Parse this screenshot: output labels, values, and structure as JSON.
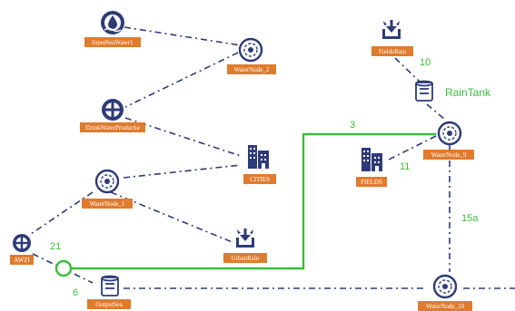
{
  "colors": {
    "node_icon": "#2e3b78",
    "label_bg": "#e07b2e",
    "label_text": "#ffffff",
    "edge_default": "#2e3b78",
    "edge_highlight": "#3dbb3d",
    "edge_label": "#3dbb3d"
  },
  "nodes": [
    {
      "id": "InputSeaWater1",
      "label": "InputSeaWater1",
      "icon": "water-source-icon"
    },
    {
      "id": "WaterNode_2",
      "label": "WaterNode_2",
      "icon": "water-node-icon"
    },
    {
      "id": "DrinkWaterProductie",
      "label": "DrinkWaterProductie",
      "icon": "production-plant-icon"
    },
    {
      "id": "CITIES",
      "label": "CITIES",
      "icon": "city-buildings-icon"
    },
    {
      "id": "WaterNode_1",
      "label": "WaterNode_1",
      "icon": "water-node-icon"
    },
    {
      "id": "UrbanRain",
      "label": "UrbanRain",
      "icon": "rain-inflow-icon"
    },
    {
      "id": "AWZI",
      "label": "AWZI",
      "icon": "treatment-plant-icon"
    },
    {
      "id": "OutputSea",
      "label": "OutputSea",
      "icon": "storage-tank-icon"
    },
    {
      "id": "FieldsRain",
      "label": "FieldsRain",
      "icon": "rain-inflow-icon"
    },
    {
      "id": "RainTank",
      "label": "RainTank",
      "icon": "storage-tank-icon"
    },
    {
      "id": "WaterNode_9",
      "label": "WaterNode_9",
      "icon": "water-node-icon"
    },
    {
      "id": "FIELDS",
      "label": "FIELDS",
      "icon": "city-buildings-icon"
    },
    {
      "id": "WaterNode_10",
      "label": "WaterNode_10",
      "icon": "water-node-icon"
    }
  ],
  "edges": [
    {
      "from": "InputSeaWater1",
      "to": "WaterNode_2",
      "style": "dashdot"
    },
    {
      "from": "WaterNode_2",
      "to": "DrinkWaterProductie",
      "style": "dashdot"
    },
    {
      "from": "DrinkWaterProductie",
      "to": "CITIES",
      "style": "dashdot"
    },
    {
      "from": "WaterNode_1",
      "to": "CITIES",
      "style": "dashdot"
    },
    {
      "from": "WaterNode_1",
      "to": "UrbanRain",
      "style": "dashdot"
    },
    {
      "from": "WaterNode_1",
      "to": "AWZI",
      "style": "dashdot"
    },
    {
      "from": "AWZI",
      "to": "OutputSea",
      "style": "dashdot"
    },
    {
      "from": "OutputSea",
      "to": "WaterNode_10",
      "style": "dashdot"
    },
    {
      "from": "FieldsRain",
      "to": "RainTank",
      "style": "dashdot",
      "label": "10"
    },
    {
      "from": "RainTank",
      "to": "WaterNode_9",
      "style": "dashdot"
    },
    {
      "from": "WaterNode_9",
      "to": "FIELDS",
      "style": "dashdot",
      "label": "11"
    },
    {
      "from": "WaterNode_9",
      "to": "WaterNode_10",
      "style": "dashdot",
      "label": "15a"
    },
    {
      "from": "AWZI",
      "to": "WaterNode_9",
      "style": "highlight",
      "label": "3"
    }
  ],
  "edge_labels": {
    "awzi_in": "21",
    "outputsea_in": "6",
    "raintank_text": "RainTank"
  }
}
